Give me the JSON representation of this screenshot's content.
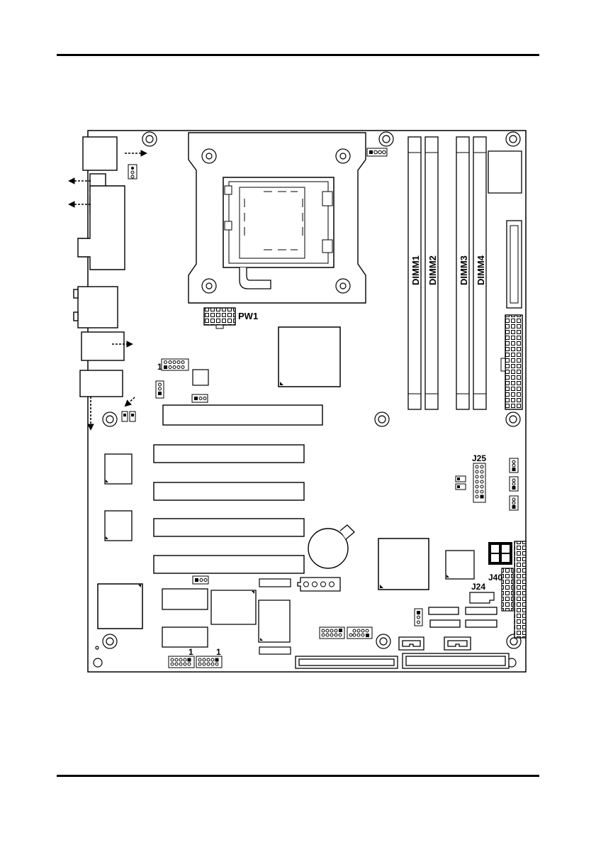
{
  "labels": {
    "pw1": "PW1",
    "dimm1": "DIMM1",
    "dimm2": "DIMM2",
    "dimm3": "DIMM3",
    "dimm4": "DIMM4",
    "j25": "J25",
    "j40": "J40",
    "j24": "J24",
    "pin1_front": "1",
    "pin1_usb_a": "1",
    "pin1_usb_b": "1"
  },
  "colors": {
    "ink": "#000000",
    "paper": "#ffffff",
    "trace": "#9a9a9a"
  }
}
